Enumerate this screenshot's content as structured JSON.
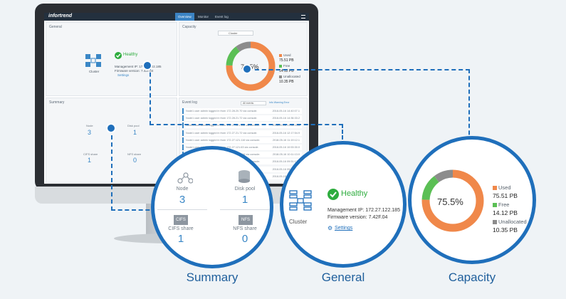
{
  "screen": {
    "logo": "infortrend",
    "tabs": [
      "Overview",
      "Monitor",
      "Event log"
    ],
    "general_title": "General",
    "capacity_title": "Capacity",
    "summary_title": "Summary",
    "eventlog_title": "Event log",
    "capacity_select": "Cluster",
    "mini_status": "Healthy",
    "mini_cluster": "Cluster",
    "mini_mgmt_ip": "Management IP: 172.27.122.185",
    "mini_firmware": "Firmware version: 7.42F.04",
    "mini_settings": "Settings",
    "mini_percent": "75.5%",
    "mini_used_label": "Used",
    "mini_used_val": "75.51 PB",
    "mini_free_label": "Free",
    "mini_free_val": "14.12 PB",
    "mini_unalloc_label": "Unallocated",
    "mini_unalloc_val": "10.35 PB",
    "mini_node": "Node",
    "mini_node_val": "3",
    "mini_disk": "Disk pool",
    "mini_disk_val": "1",
    "mini_cifs": "CIFS share",
    "mini_cifs_val": "1",
    "mini_nfs": "NFS share",
    "mini_nfs_val": "0",
    "eventlog_filter": "All events",
    "eventlog_levels": "Info  Warning  Error",
    "log_rows": [
      {
        "text": "Node1  user admin logged in from 172.28.20.70 via console.",
        "time": "2018-05-16 14:40:07.1"
      },
      {
        "text": "Node1  user admin logged in from 172.28.21.72 via console.",
        "time": "2018-05-16 14:36:33.2"
      },
      {
        "text": "Node1  user admin logged in from 172.27.121.116 via console.",
        "time": "2018-05-16 13:56:43.6"
      },
      {
        "text": "Node1  user admin logged in from 172.27.21.72 via console.",
        "time": "2018-05-16 12:17:54.9"
      },
      {
        "text": "Node1  user admin logged in from 172.27.121.116 via console.",
        "time": "2018-05-16 11:19:12.1"
      },
      {
        "text": "Node1  user admin logged in from 172.27.121.63 via console.",
        "time": "2018-05-16 10:53:30.0"
      },
      {
        "text": "Node1  user admin logged in from 172.27.121.116 via console.",
        "time": "2018-05-16 10:11:13.0"
      },
      {
        "text": "Node1  user admin logged in from 172.27.121.116 via console.",
        "time": "2018-05-16 09:51:17.5"
      },
      {
        "text": "Node1  user admin logged in from 172.27.121.116 via console.",
        "time": "2018-05-16 09:33:47.8"
      },
      {
        "text": "Node1  user admin logged in from 172.27.121.116 via console.",
        "time": "2018-05-15 17:44:37.2"
      }
    ]
  },
  "summary_zoom": {
    "node_label": "Node",
    "node_value": "3",
    "disk_label": "Disk pool",
    "disk_value": "1",
    "cifs_label": "CIFS share",
    "cifs_value": "1",
    "nfs_label": "NFS share",
    "nfs_value": "0",
    "cifs_badge": "CIFS",
    "nfs_badge": "NFS",
    "caption": "Summary"
  },
  "general_zoom": {
    "status": "Healthy",
    "cluster_label": "Cluster",
    "mgmt_ip": "Management IP: 172.27.122.185",
    "firmware": "Firmware version: 7.42F.04",
    "settings": "Settings",
    "caption": "General"
  },
  "capacity_zoom": {
    "percent": "75.5%",
    "used_label": "Used",
    "used_value": "75.51 PB",
    "free_label": "Free",
    "free_value": "14.12 PB",
    "unalloc_label": "Unallocated",
    "unalloc_value": "10.35 PB",
    "caption": "Capacity"
  },
  "capacity_shares": {
    "used": 0.755,
    "free": 0.141,
    "unallocated": 0.104
  },
  "colors": {
    "used": "#f0884a",
    "free": "#5bbf55",
    "unallocated": "#8c8c8c",
    "accent": "#1f6fbb",
    "healthy": "#2eac3e"
  },
  "icons": [
    "cluster-icon",
    "checkmark-icon",
    "gear-icon",
    "node-icon",
    "disk-pool-icon",
    "cifs-share-icon",
    "nfs-share-icon",
    "menu-icon"
  ]
}
